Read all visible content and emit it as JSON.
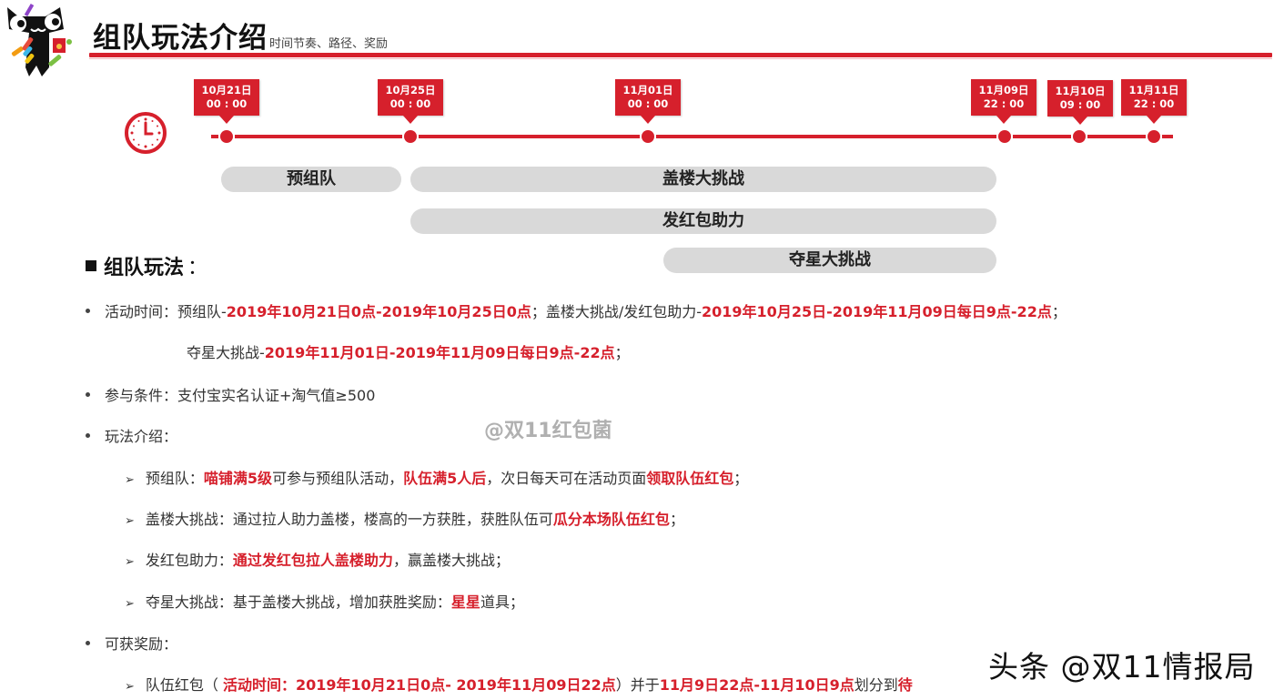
{
  "header": {
    "title": "组队玩法介绍",
    "subtitle": "时间节奏、路径、奖励",
    "accent_color": "#d6202c"
  },
  "timeline": {
    "icon": "clock-icon",
    "points": [
      {
        "date": "10月21日",
        "time": "00 : 00"
      },
      {
        "date": "10月25日",
        "time": "00 : 00"
      },
      {
        "date": "11月01日",
        "time": "00 : 00"
      },
      {
        "date": "11月09日",
        "time": "22 : 00"
      },
      {
        "date": "11月10日",
        "time": "09 : 00"
      },
      {
        "date": "11月11日",
        "time": "22 : 00"
      }
    ],
    "phases": [
      {
        "label": "预组队"
      },
      {
        "label": "盖楼大挑战"
      },
      {
        "label": "发红包助力"
      },
      {
        "label": "夺星大挑战"
      }
    ]
  },
  "section": {
    "heading": "组队玩法",
    "colon": "：",
    "activity_time": {
      "label": "活动时间：",
      "l1_a": "预组队-",
      "l1_b": "2019年10月21日0点-2019年10月25日0点",
      "l1_c": "；盖楼大挑战/发红包助力-",
      "l1_d": "2019年10月25日-2019年11月09日每日9点-22点",
      "l1_e": "；",
      "l2_a": "夺星大挑战-",
      "l2_b": "2019年11月01日-2019年11月09日每日9点-22点",
      "l2_c": "；"
    },
    "conditions": {
      "label": "参与条件：",
      "text": "支付宝实名认证+淘气值≥500"
    },
    "gameplay": {
      "label": "玩法介绍：",
      "items": [
        {
          "a": "预组队：",
          "b": "喵铺满5级",
          "c": "可参与预组队活动，",
          "d": "队伍满5人后",
          "e": "，次日每天可在活动页面",
          "f": "领取队伍红包",
          "g": "；"
        },
        {
          "a": "盖楼大挑战：通过拉人助力盖楼，楼高的一方获胜，获胜队伍可",
          "b": "瓜分本场队伍红包",
          "c": "；"
        },
        {
          "a": "发红包助力：",
          "b": "通过发红包拉人盖楼助力",
          "c": "，赢盖楼大挑战；"
        },
        {
          "a": "夺星大挑战：基于盖楼大挑战，增加获胜奖励：",
          "b": "星星",
          "c": "道具；"
        }
      ]
    },
    "rewards": {
      "label": "可获奖励：",
      "item": {
        "a": "队伍红包（ ",
        "b": "活动时间：2019年10月21日0点- 2019年11月09日22点",
        "c": "）并于",
        "d": "11月9日22点-11月10日9点",
        "e": "划分到",
        "f": "待"
      }
    }
  },
  "watermarks": {
    "center": "@双11红包菌",
    "corner": "头条 @双11情报局"
  }
}
